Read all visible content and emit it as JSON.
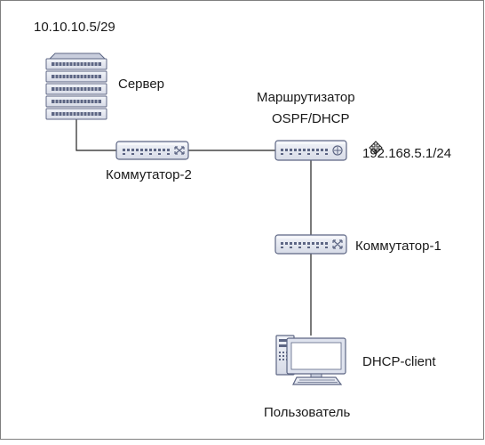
{
  "diagram": {
    "labels": {
      "network": "10.10.10.5/29",
      "server": "Сервер",
      "router_line1": "Маршрутизатор",
      "router_line2": "OSPF/DHCP",
      "router_ip": "192.168.5.1/24",
      "switch2": "Коммутатор-2",
      "switch1": "Коммутатор-1",
      "client": "DHCP-client",
      "user": "Пользователь"
    },
    "icons": {
      "server": "server-rack-icon",
      "switch2": "network-switch-icon",
      "router": "router-icon",
      "switch1": "network-switch-icon",
      "client": "desktop-computer-icon",
      "cursor": "move-cursor-icon"
    },
    "colors": {
      "device_fill": "#e6e9f1",
      "device_stroke": "#5d6684",
      "link": "#222222",
      "border": "#7f7f7f"
    }
  }
}
